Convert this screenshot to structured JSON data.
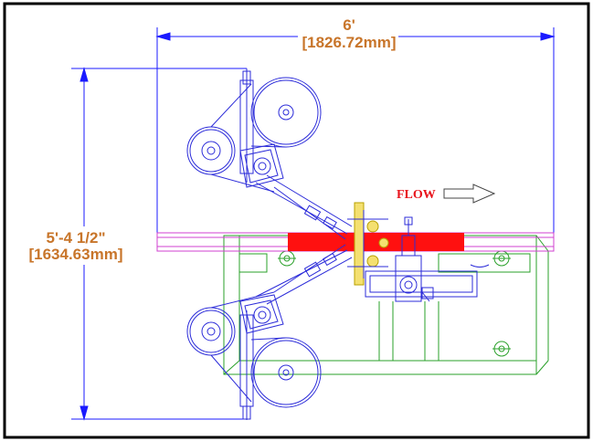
{
  "dimensions": {
    "width_ft": "6'",
    "width_mm": "[1826.72mm]",
    "height_ft": "5'-4 1/2\"",
    "height_mm": "[1634.63mm]"
  },
  "flow_label": "FLOW",
  "colors": {
    "dimension_line": "#1a1aff",
    "dimension_text": "#c8752a",
    "machine_blue": "#2b2bd9",
    "frame_green": "#2aa02a",
    "conveyor_magenta": "#d040d0",
    "product_red": "#ff1010",
    "flow_red": "#e8141c",
    "border": "#000000"
  }
}
